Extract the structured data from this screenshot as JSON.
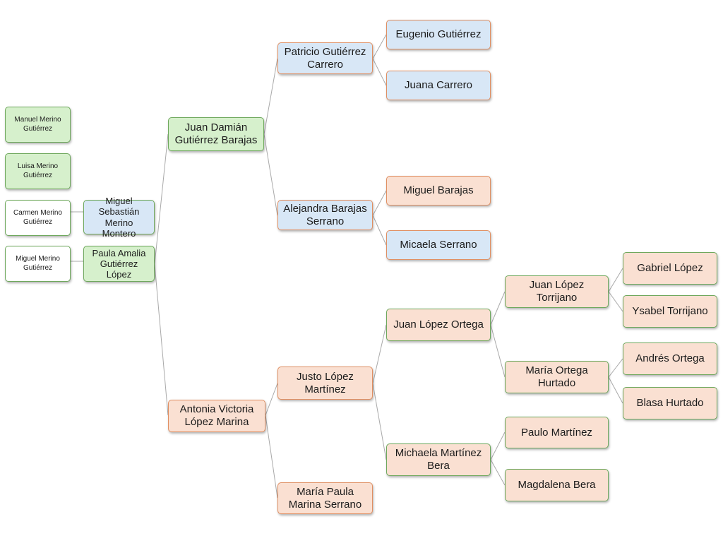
{
  "siblings": [
    {
      "name": "Manuel Merino Gutiérrez"
    },
    {
      "name": "Luisa Merino Gutiérrez"
    },
    {
      "name": "Carmen Merino Gutiérrez"
    },
    {
      "name": "Miguel Merino Gutiérrez"
    }
  ],
  "parents": {
    "father": "Miguel Sebastián Merino Montero",
    "mother": "Paula Amalia Gutiérrez López"
  },
  "grandparents": {
    "maternal_grandfather": "Juan Damián Gutiérrez Barajas",
    "maternal_grandmother": "Antonia Victoria López Marina"
  },
  "great_grandparents": {
    "gf_father": "Patricio Gutiérrez Carrero",
    "gf_mother": "Alejandra Barajas Serrano",
    "gm_father": "Justo López Martínez",
    "gm_mother": "María Paula Marina Serrano"
  },
  "gen4": {
    "patricio_father": "Eugenio Gutiérrez",
    "patricio_mother": "Juana Carrero",
    "alejandra_father": "Miguel Barajas",
    "alejandra_mother": "Micaela Serrano",
    "justo_father": "Juan López Ortega",
    "justo_mother": "Michaela Martínez Bera"
  },
  "gen5": {
    "juan_lo_father": "Juan López Torrijano",
    "juan_lo_mother": "María Ortega Hurtado",
    "michaela_father": "Paulo Martínez",
    "michaela_mother": "Magdalena Bera"
  },
  "gen6": {
    "juan_lt_father": "Gabriel López",
    "juan_lt_mother": "Ysabel Torrijano",
    "maria_oh_father": "Andrés Ortega",
    "maria_oh_mother": "Blasa Hurtado"
  }
}
